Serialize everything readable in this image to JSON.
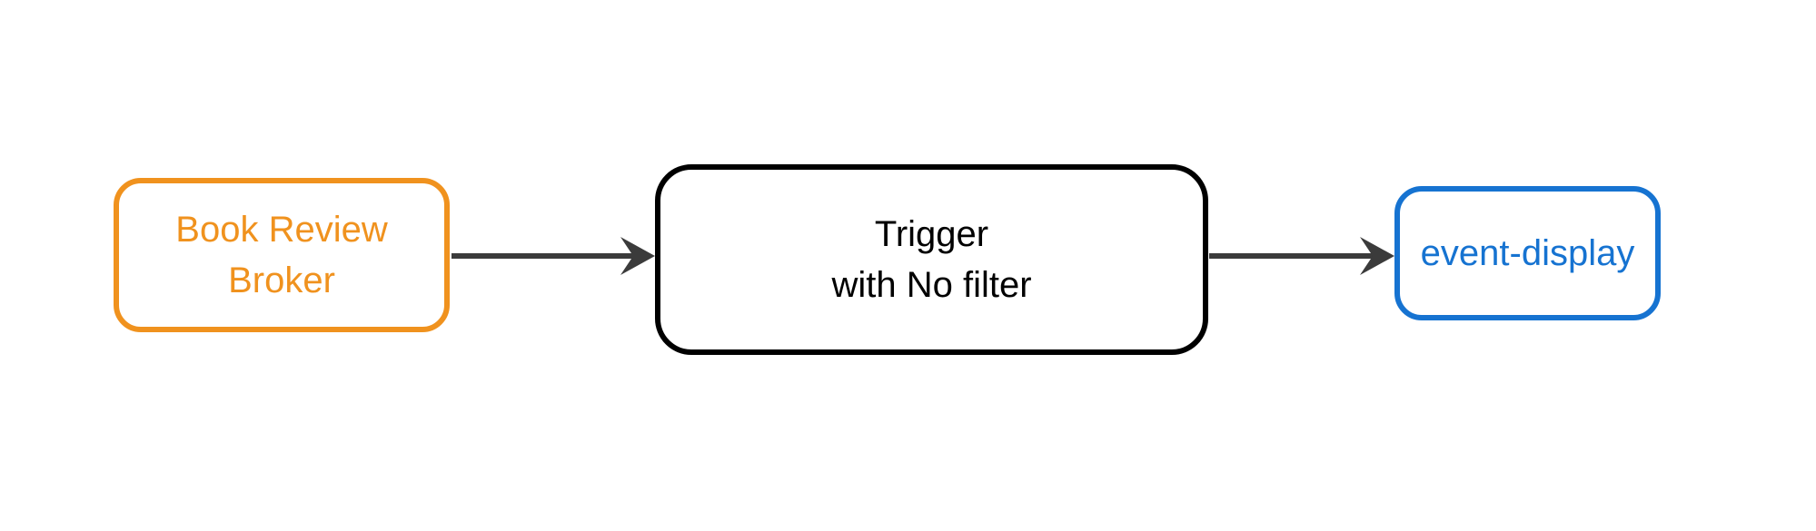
{
  "diagram": {
    "type": "flow",
    "direction": "left-to-right",
    "nodes": {
      "broker": {
        "id": "book-review-broker",
        "label_line1": "Book Review",
        "label_line2": "Broker"
      },
      "trigger": {
        "id": "trigger-with-no-filter",
        "label_line1": "Trigger",
        "label_line2": "with No filter"
      },
      "display": {
        "id": "event-display",
        "label_line1": "event-display"
      }
    },
    "edges": [
      {
        "from": "book-review-broker",
        "to": "trigger-with-no-filter"
      },
      {
        "from": "trigger-with-no-filter",
        "to": "event-display"
      }
    ]
  },
  "colors": {
    "broker_accent": "#F0921E",
    "trigger_accent": "#000000",
    "display_accent": "#1673D1",
    "arrow": "#3B3B3B",
    "canvas_background": "#FFFFFF"
  }
}
